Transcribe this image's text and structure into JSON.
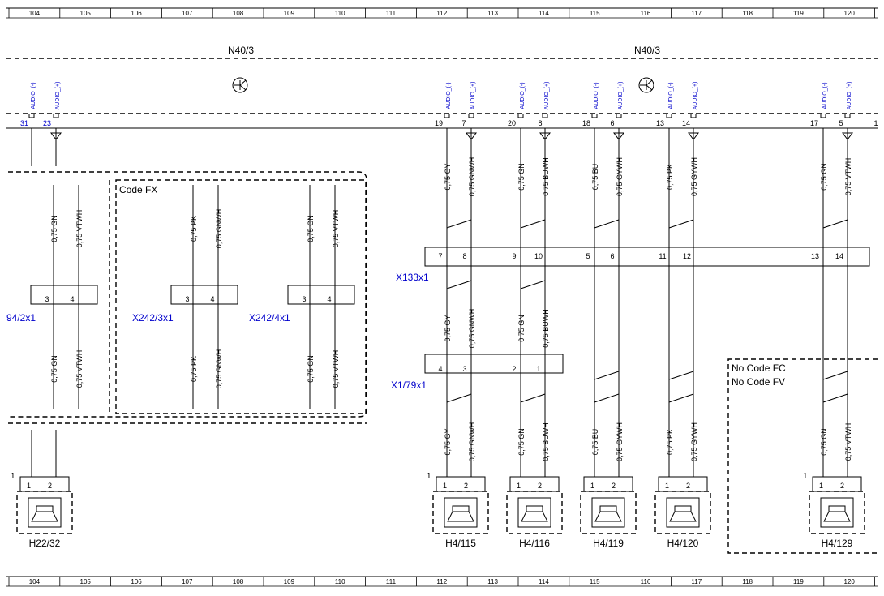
{
  "ruler_numbers": [
    "104",
    "105",
    "106",
    "107",
    "108",
    "109",
    "110",
    "111",
    "112",
    "113",
    "114",
    "115",
    "116",
    "117",
    "118",
    "119",
    "120"
  ],
  "n40_labels": [
    "N40/3",
    "N40/3"
  ],
  "audio_labels": [
    "AUDIO_(-)",
    "AUDIO_(+)",
    "AUDIO_(-)",
    "AUDIO_(+)",
    "AUDIO_(-)",
    "AUDIO_(+)",
    "AUDIO_(-)",
    "AUDIO_(+)",
    "AUDIO_(-)",
    "AUDIO_(+)",
    "AUDIO_(-)",
    "AUDIO_(+)"
  ],
  "pin_numbers": [
    "31",
    "23",
    "19",
    "7",
    "20",
    "8",
    "18",
    "6",
    "13",
    "14",
    "17",
    "5",
    "1"
  ],
  "code_fx": "Code FX",
  "no_code": [
    "No Code FC",
    "No Code FV"
  ],
  "connectors": {
    "x133x1": {
      "name": "X133x1",
      "pins": [
        "7",
        "8",
        "9",
        "10",
        "5",
        "6",
        "11",
        "12",
        "13",
        "14"
      ]
    },
    "x179x1": {
      "name": "X1/79x1",
      "pins": [
        "4",
        "3",
        "2",
        "1"
      ]
    },
    "x194": {
      "name": "94/2x1",
      "pins": [
        "3",
        "4"
      ]
    },
    "x242_3": {
      "name": "X242/3x1",
      "pins": [
        "3",
        "4"
      ]
    },
    "x242_4": {
      "name": "X242/4x1",
      "pins": [
        "3",
        "4"
      ]
    }
  },
  "wire_labels": {
    "top_main": [
      "0,75 GY",
      "0,75 GNWH",
      "0,75 GN",
      "0,75 BUWH",
      "0,75 BU",
      "0,75 GYWH",
      "0,75 PK",
      "0,75 GYWH",
      "0,75 GN",
      "0,75 VTWH"
    ],
    "mid_main": [
      "0,75 GY",
      "0,75 GNWH",
      "0,75 GN",
      "0,75 BUWH"
    ],
    "bot_main": [
      "0,75 GY",
      "0,75 GNWH",
      "0,75 GN",
      "0,75 BUWH",
      "0,75 BU",
      "0,75 GYWH",
      "0,75 PK",
      "0,75 GYWH",
      "0,75 GN",
      "0,75 VTWH"
    ],
    "left_top": [
      "0,75 GN",
      "0,75 VTWH",
      "0,75 PK",
      "0,75 GNWH",
      "0,75 GN",
      "0,75 VTWH"
    ],
    "left_bot": [
      "0,75 GN",
      "0,75 VTWH",
      "0,75 PK",
      "0,75 GNWH",
      "0,75 GN",
      "0,75 VTWH"
    ]
  },
  "speakers": [
    {
      "name": "H22/32",
      "pins": [
        "1",
        "2"
      ],
      "ref": "1"
    },
    {
      "name": "H4/115",
      "pins": [
        "1",
        "2"
      ],
      "ref": "1"
    },
    {
      "name": "H4/116",
      "pins": [
        "1",
        "2"
      ],
      "ref": ""
    },
    {
      "name": "H4/119",
      "pins": [
        "1",
        "2"
      ],
      "ref": ""
    },
    {
      "name": "H4/120",
      "pins": [
        "1",
        "2"
      ],
      "ref": ""
    },
    {
      "name": "H4/129",
      "pins": [
        "1",
        "2"
      ],
      "ref": "1"
    }
  ],
  "colors": {
    "line": "#000000",
    "link": "#0000cc"
  }
}
